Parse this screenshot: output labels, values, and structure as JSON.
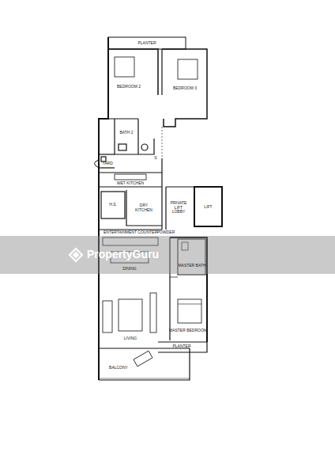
{
  "diagram": {
    "nodes": [
      {
        "text": [
          "LIFT"
        ]
      }
    ],
    "labels": [
      "PLANTER",
      "BEDROOM 2",
      "BEDROOM 3",
      "BATH 2",
      "YARD",
      "S",
      "WET KITCHEN",
      "H.S.",
      "DRY KITCHEN",
      "PRIVATE LIFT LOBBY",
      "ENTERTAINMENT COUNTER",
      "POWDER",
      "MASTER BATH",
      "DINING",
      "LIVING",
      "MASTER BEDROOM",
      "PLANTER",
      "BALCONY",
      "PropertyGuru"
    ]
  }
}
